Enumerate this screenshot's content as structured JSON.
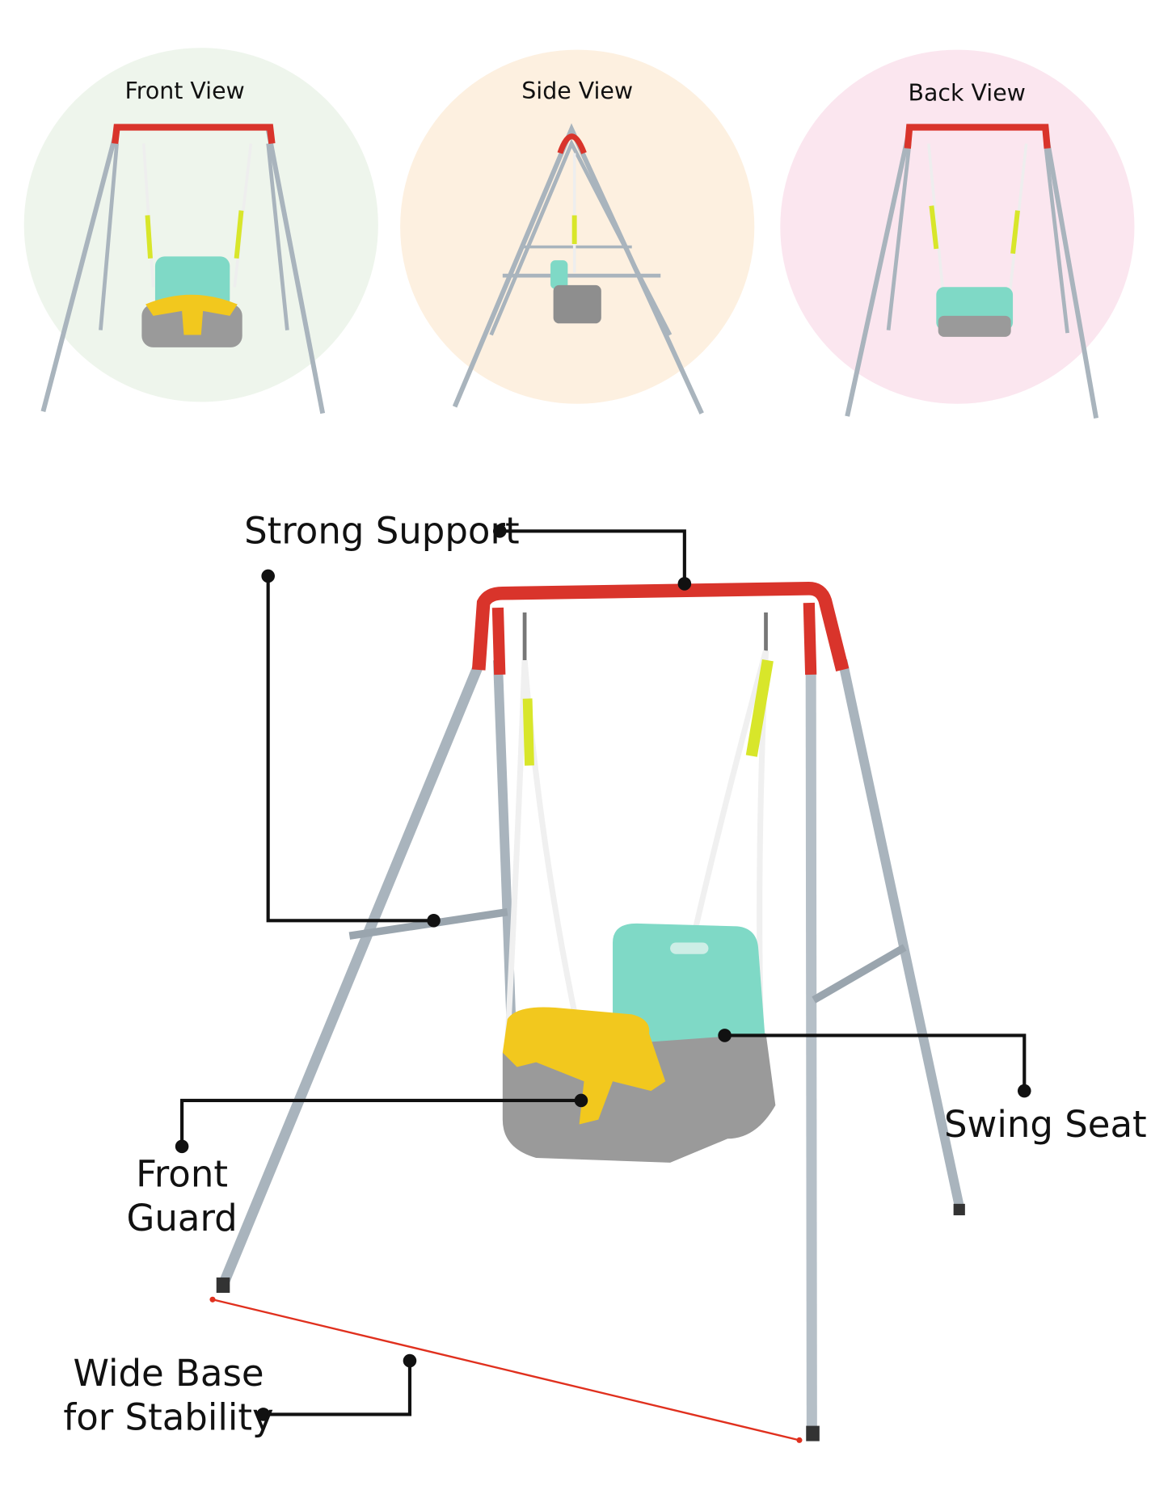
{
  "views": [
    {
      "label": "Front View",
      "color": "#eef5ec"
    },
    {
      "label": "Side View",
      "color": "#fdf0e0"
    },
    {
      "label": "Back View",
      "color": "#fbe6ef"
    }
  ],
  "callouts": {
    "strong_support": "Strong Support",
    "swing_seat": "Swing Seat",
    "front_guard_line1": "Front",
    "front_guard_line2": "Guard",
    "wide_base_line1": "Wide Base",
    "wide_base_line2": "for Stability"
  },
  "colors": {
    "frame_top": "#d9342b",
    "legs": "#a9b4bd",
    "seat_back": "#7fd9c6",
    "seat_base": "#9a9a9a",
    "guard": "#f2c81e",
    "rope_sleeve": "#d8e62a",
    "base_line": "#e0301e"
  }
}
